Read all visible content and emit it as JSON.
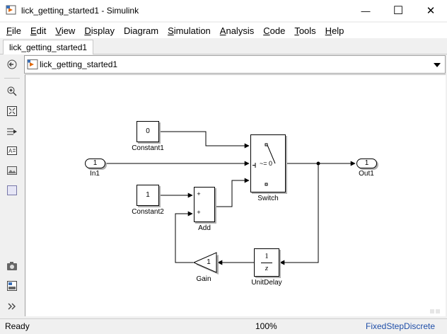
{
  "window": {
    "title": "lick_getting_started1 - Simulink",
    "minimize_glyph": "—",
    "maximize_glyph": "☐",
    "close_glyph": "✕"
  },
  "menu": [
    {
      "label": "File",
      "mnemonic": "F",
      "rest": "ile"
    },
    {
      "label": "Edit",
      "mnemonic": "E",
      "rest": "dit"
    },
    {
      "label": "View",
      "mnemonic": "V",
      "rest": "iew"
    },
    {
      "label": "Display",
      "mnemonic": "D",
      "rest": "isplay"
    },
    {
      "label": "Diagram",
      "mnemonic": "",
      "rest": "Diagram"
    },
    {
      "label": "Simulation",
      "mnemonic": "S",
      "rest": "imulation"
    },
    {
      "label": "Analysis",
      "mnemonic": "A",
      "rest": "nalysis"
    },
    {
      "label": "Code",
      "mnemonic": "C",
      "rest": "ode"
    },
    {
      "label": "Tools",
      "mnemonic": "T",
      "rest": "ools"
    },
    {
      "label": "Help",
      "mnemonic": "H",
      "rest": "elp"
    }
  ],
  "tab": {
    "label": "lick_getting_started1"
  },
  "address": {
    "path": "lick_getting_started1"
  },
  "blocks": {
    "constant1": {
      "value": "0",
      "label": "Constant1"
    },
    "constant2": {
      "value": "1",
      "label": "Constant2"
    },
    "in1": {
      "value": "1",
      "label": "In1"
    },
    "out1": {
      "value": "1",
      "label": "Out1"
    },
    "add": {
      "label": "Add",
      "in1": "+",
      "in2": "+"
    },
    "switch": {
      "label": "Switch",
      "criterion": "~= 0"
    },
    "gain": {
      "value": "1",
      "label": "Gain"
    },
    "unit_delay": {
      "numerator": "1",
      "denominator": "z",
      "label": "UnitDelay"
    }
  },
  "status": {
    "state": "Ready",
    "zoom": "100%",
    "solver": "FixedStepDiscrete"
  },
  "colors": {
    "solver_link": "#1f4ea8",
    "icon_blue": "#3a6fb7"
  }
}
